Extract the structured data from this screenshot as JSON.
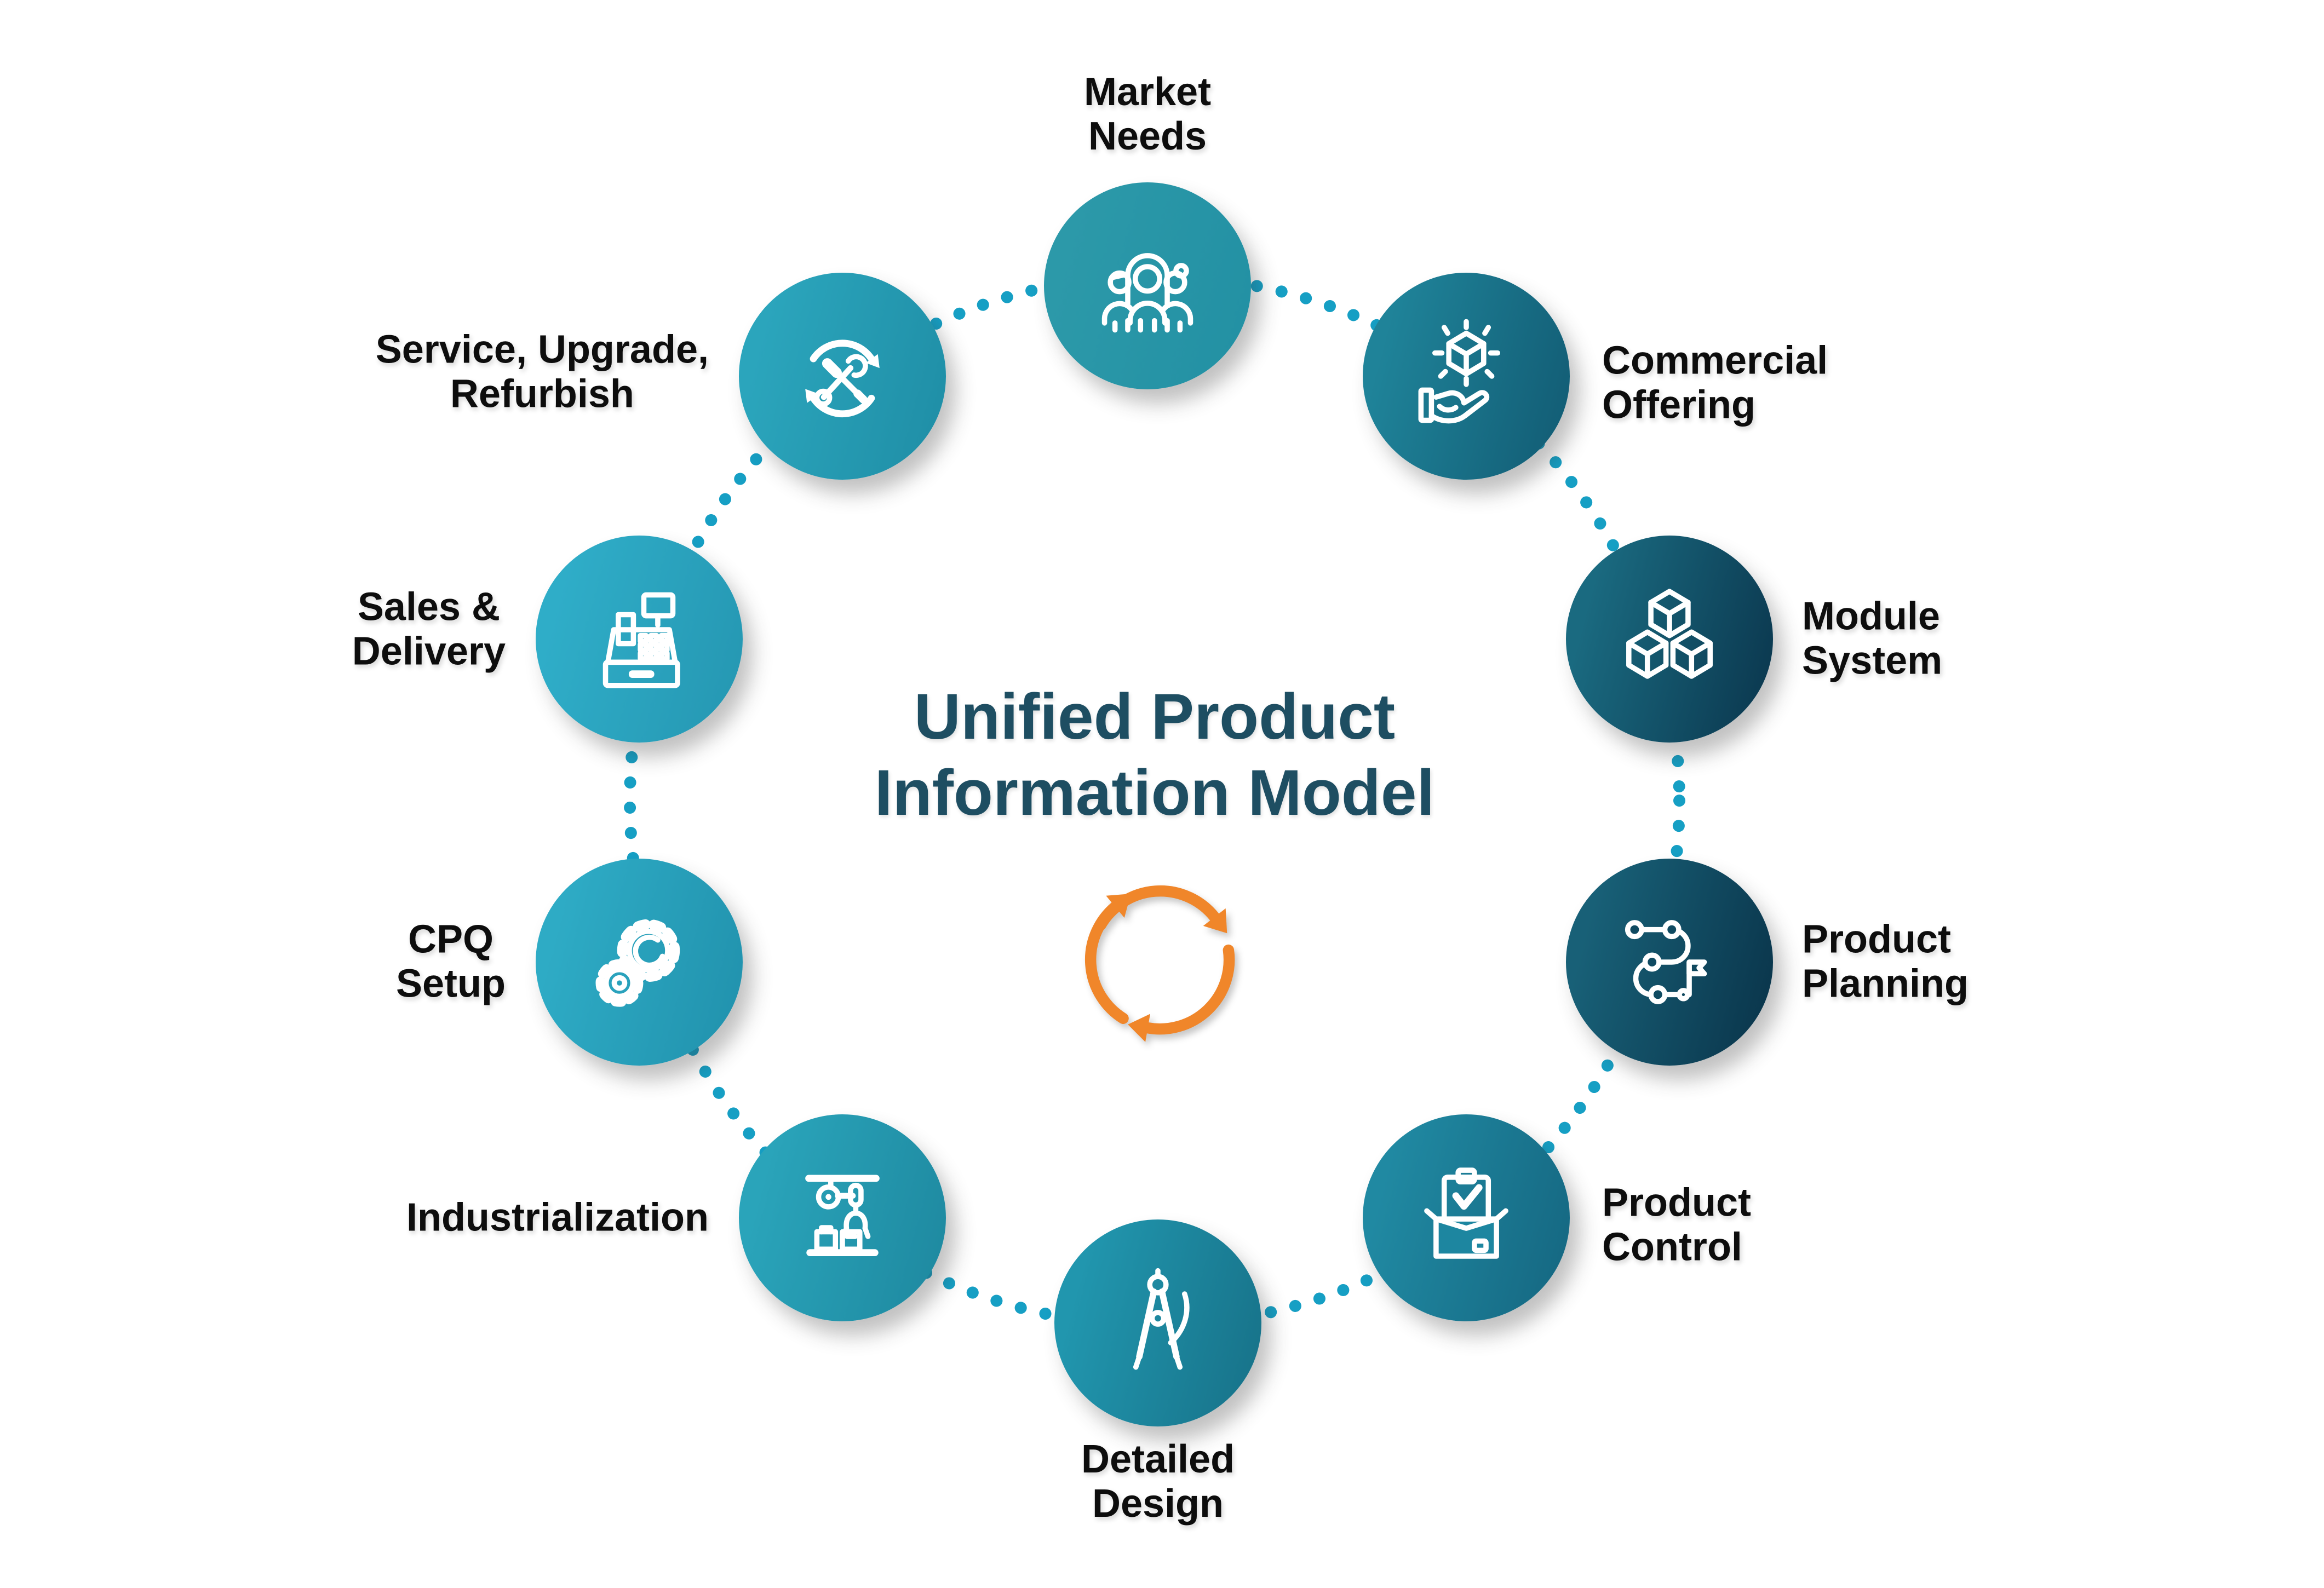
{
  "title": {
    "lines": [
      "Unified Product",
      "Information Model"
    ]
  },
  "colors": {
    "background": "#ffffff",
    "title_text": "#1e4e62",
    "label_text": "#0d0d0d",
    "dot": "#169fc4",
    "arrow_orange": "#f0862a",
    "icon_stroke": "#ffffff"
  },
  "center_icon": {
    "name": "cycle-arrows-icon",
    "color": "#f0862a"
  },
  "nodes": [
    {
      "id": "market-needs",
      "label": "Market Needs",
      "lines": [
        "Market",
        "Needs"
      ],
      "icon": "people-group-icon",
      "color_start": "#2c99a9",
      "color_end": "#2391a4"
    },
    {
      "id": "commercial-offering",
      "label": "Commercial Offering",
      "lines": [
        "Commercial",
        "Offering"
      ],
      "icon": "hand-box-icon",
      "color_start": "#1f8399",
      "color_end": "#135f77"
    },
    {
      "id": "module-system",
      "label": "Module System",
      "lines": [
        "Module",
        "System"
      ],
      "icon": "stacked-cubes-icon",
      "color_start": "#1a6a80",
      "color_end": "#0c3b52"
    },
    {
      "id": "product-planning",
      "label": "Product Planning",
      "lines": [
        "Product",
        "Planning"
      ],
      "icon": "roadmap-flag-icon",
      "color_start": "#186077",
      "color_end": "#0b384e"
    },
    {
      "id": "product-control",
      "label": "Product Control",
      "lines": [
        "Product",
        "Control"
      ],
      "icon": "clipboard-check-box-icon",
      "color_start": "#2089a2",
      "color_end": "#166a84"
    },
    {
      "id": "detailed-design",
      "label": "Detailed Design",
      "lines": [
        "Detailed",
        "Design"
      ],
      "icon": "drafting-compass-icon",
      "color_start": "#2196ae",
      "color_end": "#18758c"
    },
    {
      "id": "industrialization",
      "label": "Industrialization",
      "lines": [
        "Industrialization"
      ],
      "icon": "robot-arm-icon",
      "color_start": "#2aa4ba",
      "color_end": "#1f8ba2"
    },
    {
      "id": "cpq-setup",
      "label": "CPQ Setup",
      "lines": [
        "CPQ",
        "Setup"
      ],
      "icon": "gears-icon",
      "color_start": "#2eabc5",
      "color_end": "#2294af"
    },
    {
      "id": "sales-delivery",
      "label": "Sales & Delivery",
      "lines": [
        "Sales &",
        "Delivery"
      ],
      "icon": "cash-register-icon",
      "color_start": "#2fadc8",
      "color_end": "#2699b4"
    },
    {
      "id": "service-upgrade-refurbish",
      "label": "Service, Upgrade, Refurbish",
      "lines": [
        "Service, Upgrade,",
        "Refurbish"
      ],
      "icon": "tools-cycle-icon",
      "color_start": "#2ba5bc",
      "color_end": "#2090a8"
    }
  ]
}
